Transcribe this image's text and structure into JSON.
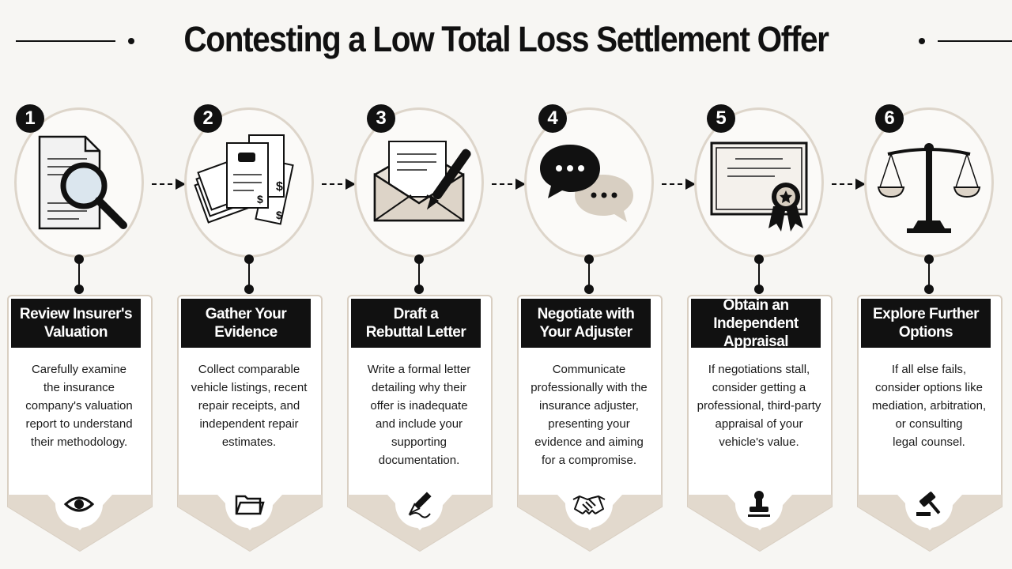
{
  "title": "Contesting a Low Total Loss Settlement Offer",
  "colors": {
    "accent": "#111111",
    "card_border": "#d9cfc2",
    "card_bottom": "#e2d9cd",
    "background": "#f7f6f3"
  },
  "steps": [
    {
      "number": "1",
      "title_line1": "Review Insurer's",
      "title_line2": "Valuation",
      "desc": [
        "Carefully examine",
        "the insurance",
        "company's valuation",
        "report to understand",
        "their methodology."
      ],
      "main_icon": "magnifier-document-icon",
      "bottom_icon": "eye-icon"
    },
    {
      "number": "2",
      "title_line1": "Gather Your",
      "title_line2": "Evidence",
      "desc": [
        "Collect comparable",
        "vehicle listings, recent",
        "repair receipts, and",
        "independent repair",
        "estimates."
      ],
      "main_icon": "document-stack-icon",
      "bottom_icon": "folder-icon"
    },
    {
      "number": "3",
      "title_line1": "Draft a",
      "title_line2": "Rebuttal Letter",
      "desc": [
        "Write a formal letter",
        "detailing why their",
        "offer is inadequate",
        "and include your",
        "supporting",
        "documentation."
      ],
      "main_icon": "envelope-pen-icon",
      "bottom_icon": "pen-nib-icon"
    },
    {
      "number": "4",
      "title_line1": "Negotiate with",
      "title_line2": "Your Adjuster",
      "desc": [
        "Communicate",
        "professionally with the",
        "insurance adjuster,",
        "presenting your",
        "evidence and aiming",
        "for a compromise."
      ],
      "main_icon": "chat-bubbles-icon",
      "bottom_icon": "handshake-icon"
    },
    {
      "number": "5",
      "title_line1": "Obtain an",
      "title_line2": "Independent Appraisal",
      "desc": [
        "If negotiations stall,",
        "consider getting a",
        "professional, third-party",
        "appraisal of your",
        "vehicle's value."
      ],
      "main_icon": "certificate-icon",
      "bottom_icon": "stamp-icon"
    },
    {
      "number": "6",
      "title_line1": "Explore Further",
      "title_line2": "Options",
      "desc": [
        "If all else fails,",
        "consider options like",
        "mediation, arbitration,",
        "or consulting",
        "legal counsel."
      ],
      "main_icon": "scales-icon",
      "bottom_icon": "gavel-icon"
    }
  ]
}
